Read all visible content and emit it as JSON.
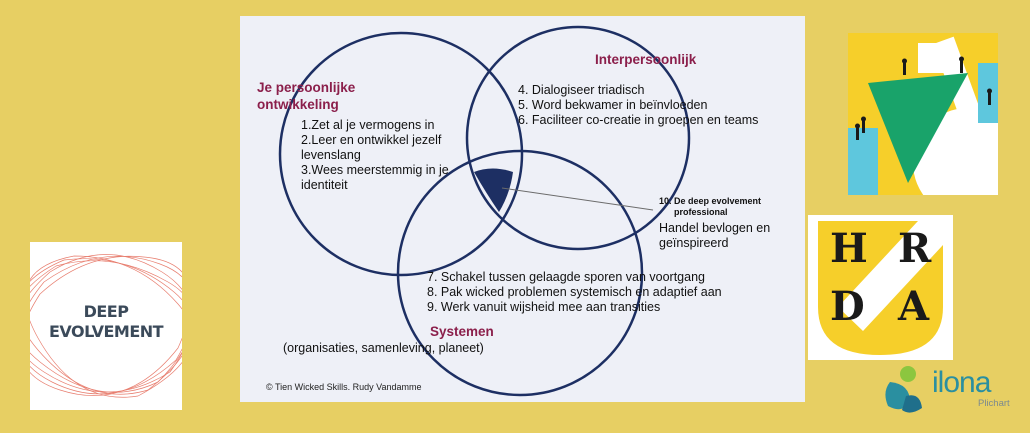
{
  "diagram": {
    "circles": {
      "personal": {
        "title_lines": [
          "Je persoonlijke",
          "ontwikkeling"
        ],
        "items": [
          "1.Zet al je vermogens in",
          "2.Leer en ontwikkel jezelf\n   levenslang",
          "3.Wees meerstemmig in je\n   identiteit"
        ]
      },
      "interpersonal": {
        "title": "Interpersoonlijk",
        "items": [
          "4. Dialogiseer triadisch",
          "5. Word bekwamer in beïnvloeden",
          "6. Faciliteer co-creatie in groepen en teams"
        ]
      },
      "systems": {
        "title": "Systemen",
        "subtitle": "(organisaties, samenleving, planeet)",
        "items": [
          "7. Schakel tussen gelaagde sporen van voortgang",
          "8. Pak wicked problemen systemisch en adaptief aan",
          "9. Werk vanuit wijsheid mee aan transities"
        ]
      }
    },
    "center": {
      "title_lines": [
        "10. De deep evolvement",
        "professional"
      ],
      "text_lines": [
        "Handel bevlogen en",
        "geïnspireerd"
      ]
    },
    "credit": "© Tien Wicked Skills. Rudy Vandamme",
    "colors": {
      "circle": "#1d2f63",
      "heading": "#8b1f4b",
      "background": "#eef0f7"
    }
  },
  "logos": {
    "deep": {
      "line1": "DEEP",
      "line2": "EVOLVEMENT"
    },
    "hrda": {
      "letters": [
        "H",
        "R",
        "D",
        "A"
      ]
    },
    "ilona": {
      "name": "ilona",
      "sub": "Plichart"
    }
  },
  "colors": {
    "page_background": "#e7cf63"
  }
}
